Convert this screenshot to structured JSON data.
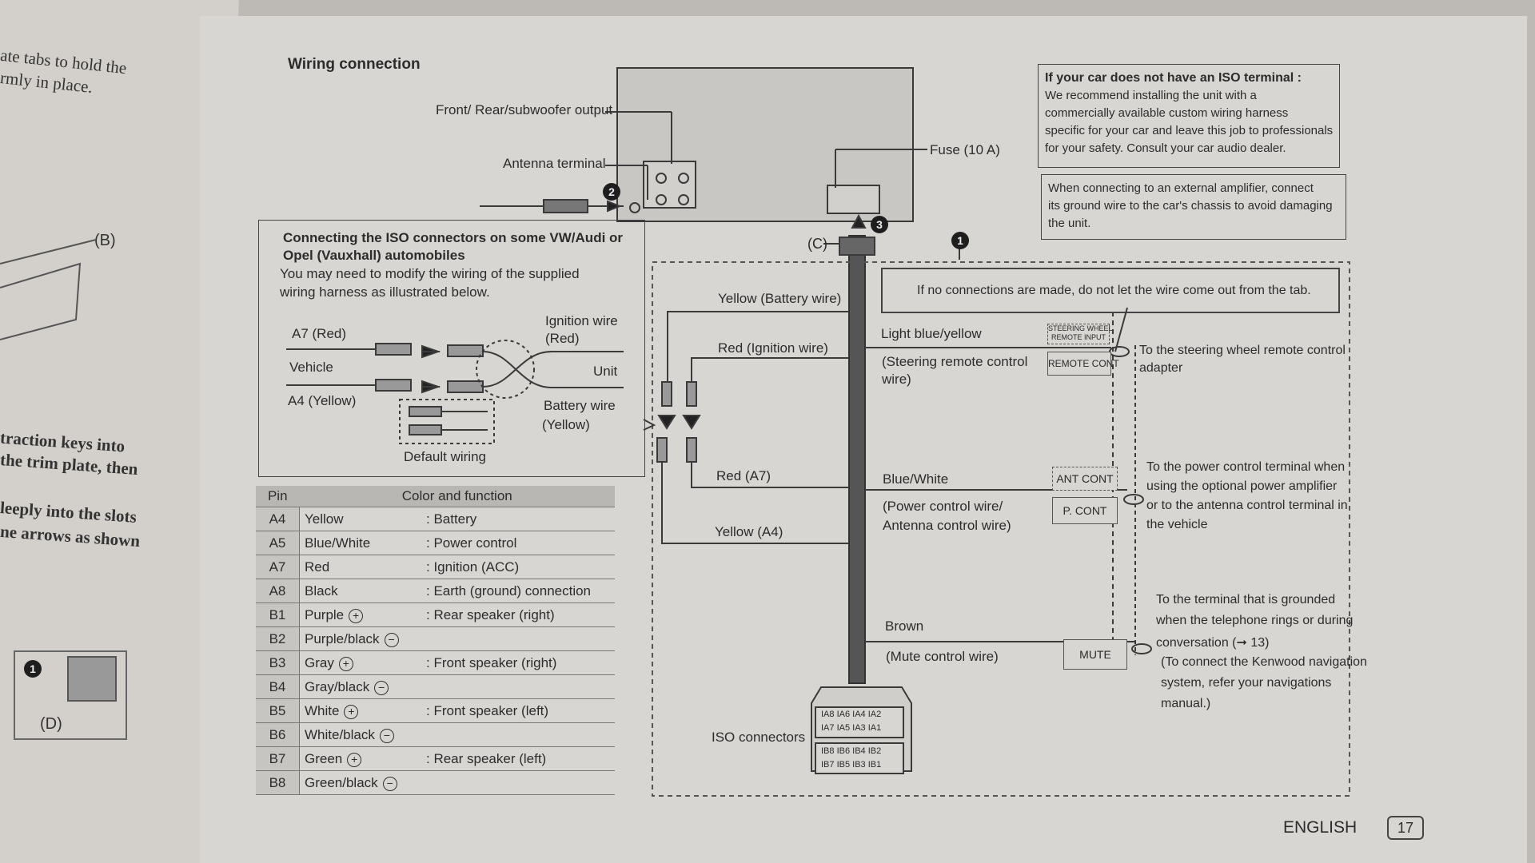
{
  "left_page": {
    "line1": "ate tabs to hold the",
    "line2": "rmly in place.",
    "label_b": "(B)",
    "line3": "traction keys into",
    "line4": "the trim plate, then",
    "line5": "leeply into the slots",
    "line6": "ne arrows as shown",
    "callout_1": "1",
    "label_d": "(D)"
  },
  "heading": "Wiring connection",
  "unit_labels": {
    "front_rear_output": "Front/ Rear/subwoofer output",
    "antenna_terminal": "Antenna terminal",
    "fuse": "Fuse (10 A)",
    "c_label": "(C)",
    "callout_1": "1",
    "callout_2": "2",
    "callout_3": "3"
  },
  "no_iso_note": {
    "title": "If your car does not have an ISO terminal :",
    "body_lines": [
      "We recommend installing the unit with a",
      "commercially available custom wiring harness",
      "specific for your car and leave this job to professionals",
      "for your safety. Consult your car audio dealer."
    ]
  },
  "amp_note_lines": [
    "When connecting to an external amplifier, connect",
    "its ground wire to the car's chassis to avoid damaging",
    "the unit."
  ],
  "tab_note": "If no connections are made, do not let the wire come out from the tab.",
  "vw_box": {
    "title_line1": "Connecting the ISO connectors on some VW/Audi or",
    "title_line2": "Opel (Vauxhall) automobiles",
    "body_line1": "You may need to modify the wiring of the supplied",
    "body_line2": "wiring harness as illustrated below.",
    "a7_red": "A7 (Red)",
    "vehicle": "Vehicle",
    "a4_yellow": "A4 (Yellow)",
    "ignition_wire": "Ignition wire",
    "ignition_red": "(Red)",
    "unit": "Unit",
    "battery_wire": "Battery wire",
    "battery_yellow": "(Yellow)",
    "default_wiring": "Default wiring"
  },
  "wires": {
    "yellow_battery": "Yellow (Battery wire)",
    "red_ignition": "Red (Ignition wire)",
    "red_a7": "Red (A7)",
    "yellow_a4": "Yellow (A4)",
    "light_blue_yellow": "Light blue/yellow",
    "steering_line1": "(Steering remote control",
    "steering_line2": "wire)",
    "steering_tag1": "STEERING WHEEL",
    "steering_tag2": "REMOTE INPUT",
    "remote_cont": "REMOTE CONT",
    "steering_desc_line1": "To the steering wheel remote control",
    "steering_desc_line2": "adapter",
    "blue_white": "Blue/White",
    "power_line1": "(Power control wire/",
    "power_line2": "Antenna control wire)",
    "ant_cont": "ANT CONT",
    "p_cont": "P. CONT",
    "power_desc": [
      "To the power control terminal when",
      "using the optional power amplifier",
      "or to the antenna control terminal in",
      "the vehicle"
    ],
    "brown": "Brown",
    "mute_wire": "(Mute control wire)",
    "mute": "MUTE",
    "mute_desc": [
      "To the terminal that is grounded",
      "when the telephone rings or during",
      "conversation (➞ 13)",
      "(To connect the Kenwood navigation",
      "system, refer your navigations",
      "manual.)"
    ],
    "iso_connectors": "ISO connectors",
    "iso_top1": "IA8 IA6 IA4 IA2",
    "iso_top2": "IA7 IA5 IA3 IA1",
    "iso_bot1": "IB8 IB6 IB4 IB2",
    "iso_bot2": "IB7 IB5 IB3 IB1"
  },
  "pin_table": {
    "header_pin": "Pin",
    "header_color": "Color and function",
    "rows": [
      {
        "pin": "A4",
        "color": "Yellow",
        "sign": "",
        "func": ": Battery"
      },
      {
        "pin": "A5",
        "color": "Blue/White",
        "sign": "",
        "func": ": Power control"
      },
      {
        "pin": "A7",
        "color": "Red",
        "sign": "",
        "func": ": Ignition (ACC)"
      },
      {
        "pin": "A8",
        "color": "Black",
        "sign": "",
        "func": ": Earth (ground) connection"
      },
      {
        "pin": "B1",
        "color": "Purple",
        "sign": "+",
        "func": ": Rear speaker (right)"
      },
      {
        "pin": "B2",
        "color": "Purple/black",
        "sign": "−",
        "func": ""
      },
      {
        "pin": "B3",
        "color": "Gray",
        "sign": "+",
        "func": ": Front speaker (right)"
      },
      {
        "pin": "B4",
        "color": "Gray/black",
        "sign": "−",
        "func": ""
      },
      {
        "pin": "B5",
        "color": "White",
        "sign": "+",
        "func": ": Front speaker (left)"
      },
      {
        "pin": "B6",
        "color": "White/black",
        "sign": "−",
        "func": ""
      },
      {
        "pin": "B7",
        "color": "Green",
        "sign": "+",
        "func": ": Rear speaker (left)"
      },
      {
        "pin": "B8",
        "color": "Green/black",
        "sign": "−",
        "func": ""
      }
    ]
  },
  "footer": {
    "language": "ENGLISH",
    "page_number": "17"
  }
}
